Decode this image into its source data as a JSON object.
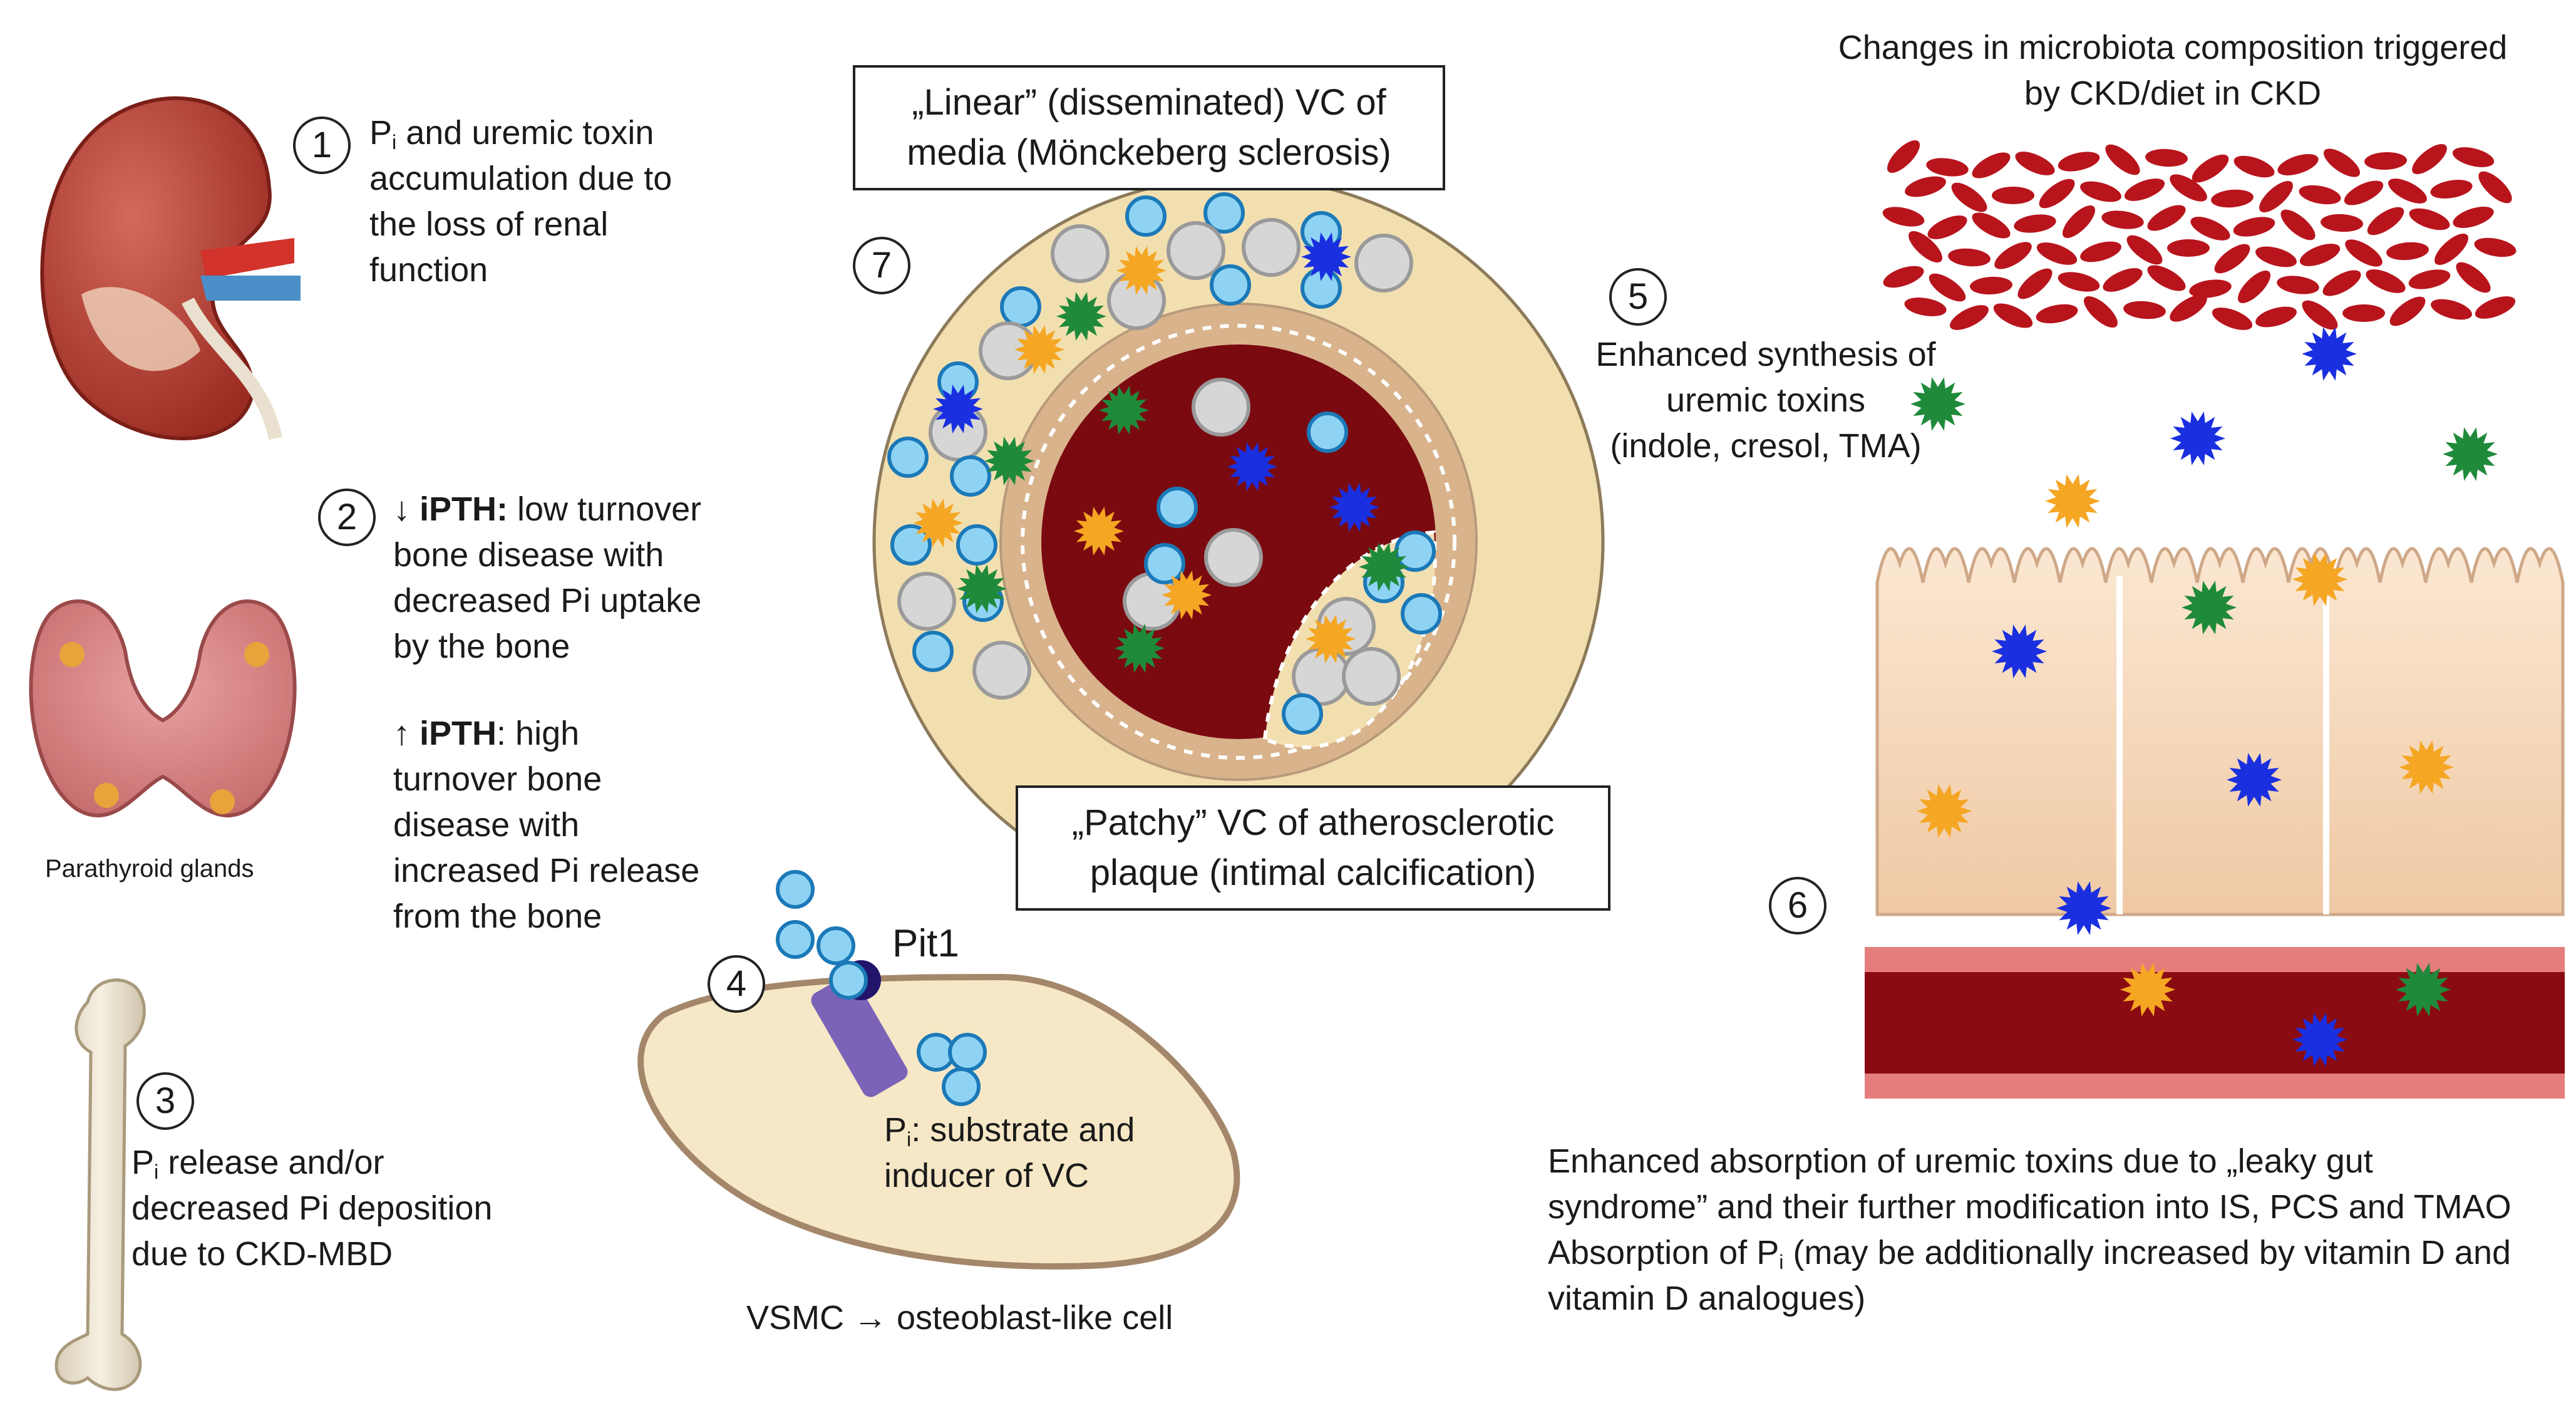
{
  "steps": {
    "s1": {
      "num": "1",
      "line1_rest": " and uremic toxin",
      "line2": "accumulation due to",
      "line3": "the loss of renal",
      "line4": "function"
    },
    "s2": {
      "num": "2",
      "low_arrow": "↓",
      "low_label": "iPTH:",
      "low_l1_rest": " low turnover",
      "low_l2": "bone disease with",
      "low_l3": "decreased Pi uptake",
      "low_l4": "by the bone",
      "high_arrow": "↑",
      "high_label": "iPTH",
      "high_l1_rest": ": high",
      "high_l2": "turnover bone",
      "high_l3": "disease with",
      "high_l4": "increased Pi release",
      "high_l5": "from the bone"
    },
    "s3": {
      "num": "3",
      "line1_rest": " release and/or",
      "line2": "decreased Pi deposition",
      "line3": "due to CKD-MBD"
    },
    "s4": {
      "num": "4",
      "pit1": "Pit1",
      "line1_rest": ": substrate and",
      "line2": "inducer of VC",
      "caption": "VSMC → osteoblast-like cell"
    },
    "s5": {
      "num": "5",
      "line1": "Enhanced synthesis of",
      "line2": "uremic toxins",
      "line3": "(indole, cresol, TMA)"
    },
    "s6": {
      "num": "6",
      "line1": "Enhanced absorption of uremic toxins due to „leaky gut",
      "line2": "syndrome” and their further modification into IS, PCS and TMAO",
      "line3_pre": "Absorption of P",
      "line3_rest": " (may be additionally increased by vitamin D and",
      "line4": "vitamin D analogues)"
    },
    "s7": {
      "num": "7"
    }
  },
  "pi": {
    "p": "P",
    "sub": "i"
  },
  "parathyroid_label": "Parathyroid glands",
  "box_linear": {
    "line1": "„Linear” (disseminated) VC of",
    "line2": "media (Mönckeberg sclerosis)"
  },
  "box_patchy": {
    "line1": "„Patchy” VC of atherosclerotic",
    "line2": "plaque (intimal calcification)"
  },
  "microbiota": {
    "line1": "Changes in microbiota composition triggered",
    "line2": "by CKD/diet in CKD"
  },
  "colors": {
    "toxin_blue": "#1a2fe0",
    "toxin_green": "#1f8a3a",
    "toxin_orange": "#f5a623",
    "phosphate": "#8fd3f4",
    "blood": "#7a0a10",
    "media": "#f2dfb0",
    "intima": "#d9b38c",
    "bacteria": "#b8141c",
    "epithelium": "#f7dcc0"
  },
  "icons": {
    "kidney": "kidney-illustration",
    "parathyroid": "parathyroid-illustration",
    "bone": "femur-illustration",
    "vessel": "artery-cross-section",
    "gut": "intestinal-epithelium",
    "bacteria": "gut-bacteria"
  }
}
